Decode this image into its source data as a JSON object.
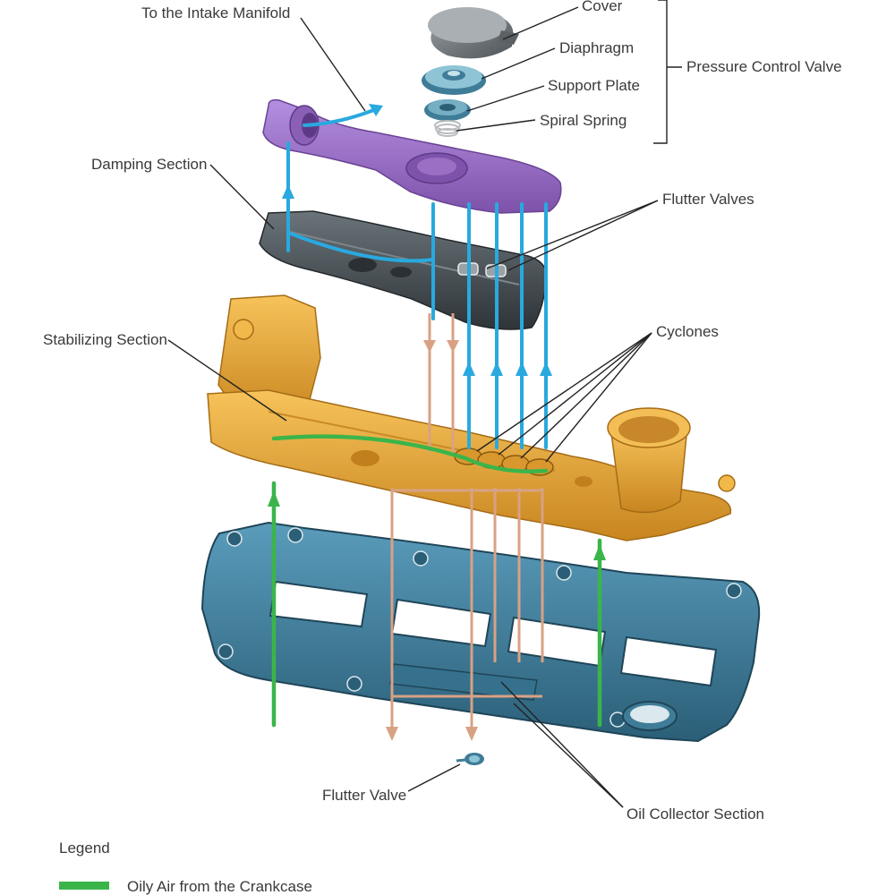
{
  "labels": {
    "cover": "Cover",
    "diaphragm": "Diaphragm",
    "support_plate": "Support Plate",
    "spiral_spring": "Spiral Spring",
    "pressure_control_valve": "Pressure Control Valve",
    "to_intake_manifold": "To the Intake Manifold",
    "damping_section": "Damping Section",
    "flutter_valves": "Flutter Valves",
    "stabilizing_section": "Stabilizing Section",
    "cyclones": "Cyclones",
    "flutter_valve": "Flutter Valve",
    "oil_collector_section": "Oil Collector Section"
  },
  "legend": {
    "title": "Legend",
    "items": [
      {
        "label": "Oily Air from the Crankcase",
        "color": "#3bb54a"
      }
    ]
  },
  "colors": {
    "purple_housing": "#9b6fc4",
    "damping_housing": "#4a5258",
    "stabilizing_housing": "#e8a93a",
    "valve_cover": "#3f7c98",
    "clean_air_flow": "#29a9df",
    "oil_flow": "#d9a184",
    "oily_air_flow": "#3bb54a"
  }
}
